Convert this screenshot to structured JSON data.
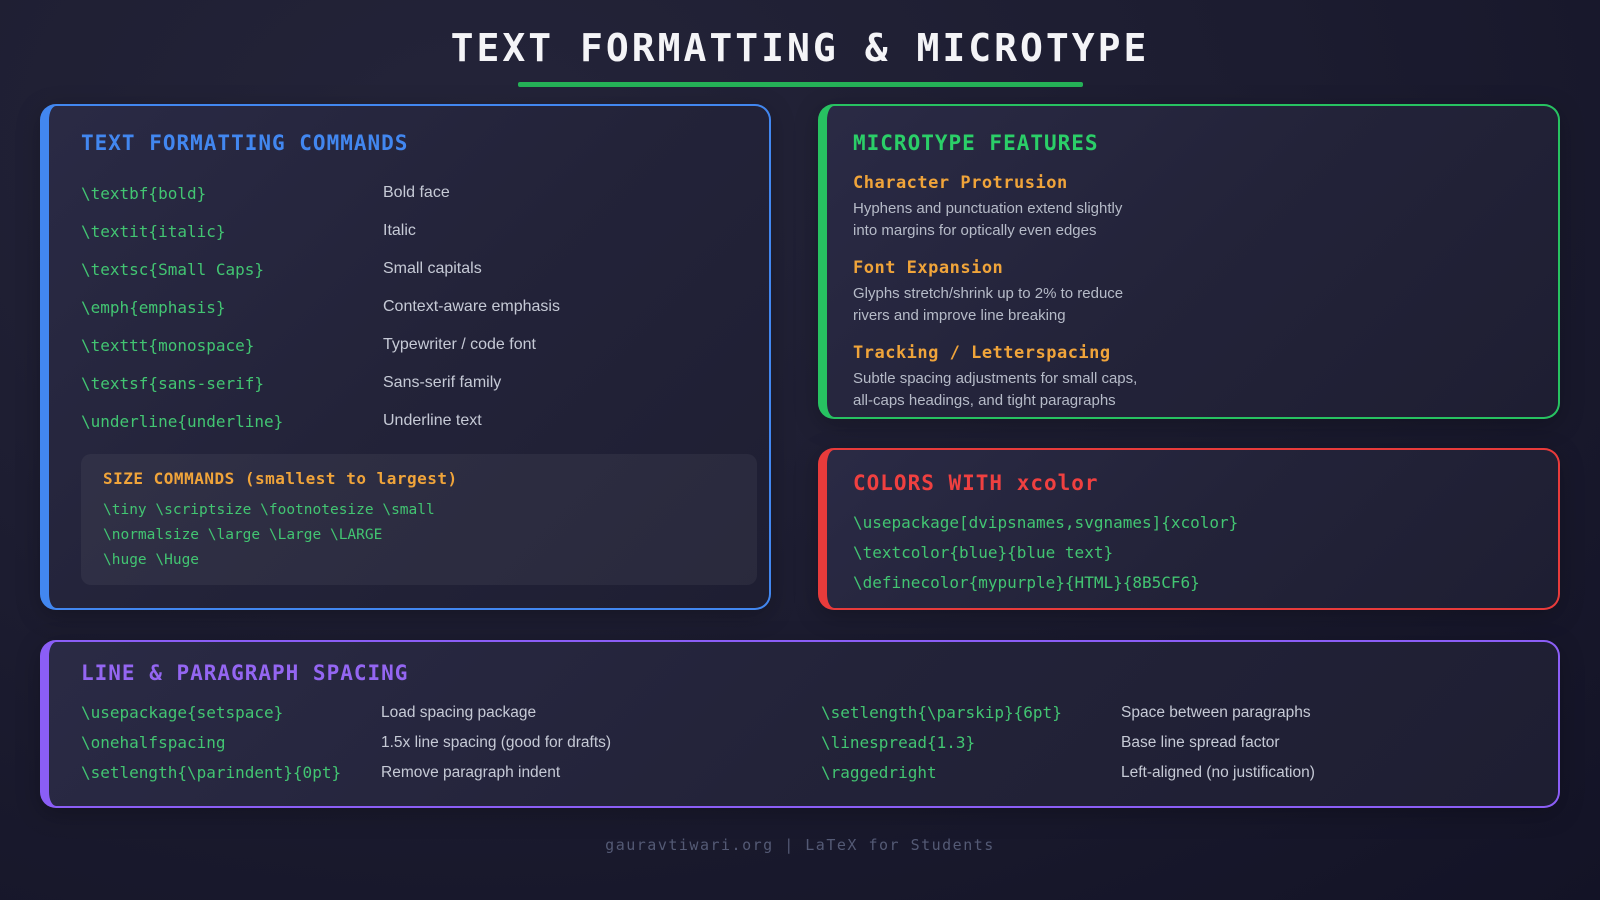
{
  "header": {
    "title": "TEXT FORMATTING & MICROTYPE"
  },
  "footer": {
    "text": "gauravtiwari.org | LaTeX for Students"
  },
  "colors": {
    "blue": "#4287f0",
    "green": "#27c261",
    "red": "#e83b3b",
    "purple": "#8b5ef6",
    "orange": "#f0a43a",
    "code_green": "#42c572",
    "title_underline": "#25b157"
  },
  "panels": {
    "formatting": {
      "title": "TEXT FORMATTING COMMANDS",
      "rows": [
        {
          "code": "\\textbf{bold}",
          "desc": "Bold face"
        },
        {
          "code": "\\textit{italic}",
          "desc": "Italic"
        },
        {
          "code": "\\textsc{Small Caps}",
          "desc": "Small capitals"
        },
        {
          "code": "\\emph{emphasis}",
          "desc": "Context-aware emphasis"
        },
        {
          "code": "\\texttt{monospace}",
          "desc": "Typewriter / code font"
        },
        {
          "code": "\\textsf{sans-serif}",
          "desc": "Sans-serif family"
        },
        {
          "code": "\\underline{underline}",
          "desc": "Underline text"
        }
      ],
      "size_box": {
        "title": "SIZE COMMANDS (smallest to largest)",
        "lines": [
          "\\tiny \\scriptsize \\footnotesize \\small",
          "\\normalsize \\large \\Large \\LARGE",
          "\\huge \\Huge"
        ]
      }
    },
    "microtype": {
      "title": "MICROTYPE FEATURES",
      "sections": [
        {
          "heading": "Character Protrusion",
          "line1": "Hyphens and punctuation extend slightly",
          "line2": "into margins for optically even edges"
        },
        {
          "heading": "Font Expansion",
          "line1": "Glyphs stretch/shrink up to 2% to reduce",
          "line2": "rivers and improve line breaking"
        },
        {
          "heading": "Tracking / Letterspacing",
          "line1": "Subtle spacing adjustments for small caps,",
          "line2": "all-caps headings, and tight paragraphs"
        }
      ]
    },
    "xcolor": {
      "title": "COLORS WITH xcolor",
      "lines": [
        "\\usepackage[dvipsnames,svgnames]{xcolor}",
        "\\textcolor{blue}{blue text}",
        "\\definecolor{mypurple}{HTML}{8B5CF6}"
      ]
    },
    "spacing": {
      "title": "LINE & PARAGRAPH SPACING",
      "col1": [
        {
          "code": "\\usepackage{setspace}",
          "desc": "Load spacing package"
        },
        {
          "code": "\\onehalfspacing",
          "desc": "1.5x line spacing (good for drafts)"
        },
        {
          "code": "\\setlength{\\parindent}{0pt}",
          "desc": "Remove paragraph indent"
        }
      ],
      "col2": [
        {
          "code": "\\setlength{\\parskip}{6pt}",
          "desc": "Space between paragraphs"
        },
        {
          "code": "\\linespread{1.3}",
          "desc": "Base line spread factor"
        },
        {
          "code": "\\raggedright",
          "desc": "Left-aligned (no justification)"
        }
      ]
    }
  }
}
